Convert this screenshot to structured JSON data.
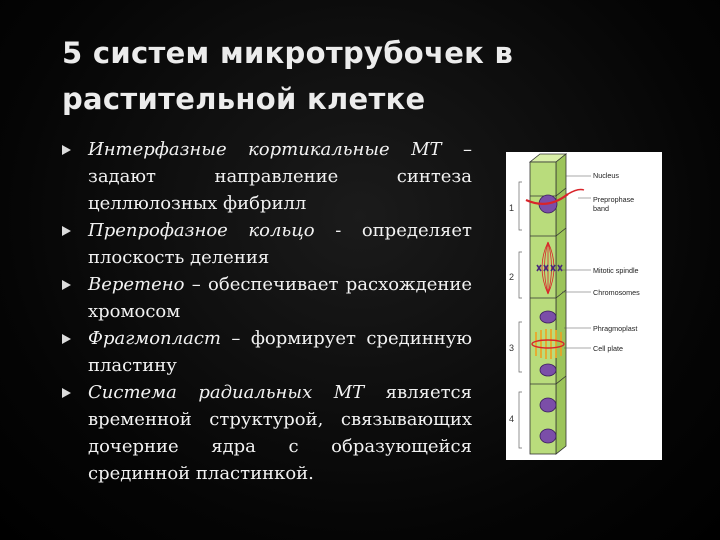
{
  "slide": {
    "title_line1": "5 систем микротрубочек в",
    "title_line2": "растительной клетке",
    "bullets": [
      {
        "emph": "Интерфазные кортикальные МТ",
        "rest": " – задают направление синтеза целлюлозных фибрилл"
      },
      {
        "emph": "Препрофазное кольцо",
        "rest": " - определяет плоскость деления"
      },
      {
        "emph": "Веретено",
        "rest": " – обеспечивает расхождение хромосом"
      },
      {
        "emph": "Фрагмопласт",
        "rest": " – формирует срединную пластину"
      },
      {
        "emph": "Система радиальных МТ",
        "rest": " является временной структурой, связывающих дочерние ядра с образующейся срединной пластинкой."
      }
    ]
  },
  "figure": {
    "numbers": [
      "1",
      "2",
      "3",
      "4"
    ],
    "labels": {
      "nucleus": "Nucleus",
      "preprophase_line1": "Preprophase",
      "preprophase_line2": "band",
      "mitotic_spindle": "Mitotic spindle",
      "chromosomes": "Chromosomes",
      "phragmoplast": "Phragmoplast",
      "cell_plate": "Cell plate"
    },
    "colors": {
      "cell_green": "#b9dc7c",
      "nucleus_purple": "#7b4ea8",
      "band_red": "#d9242a",
      "phragmoplast_orange": "#f0a020"
    }
  }
}
